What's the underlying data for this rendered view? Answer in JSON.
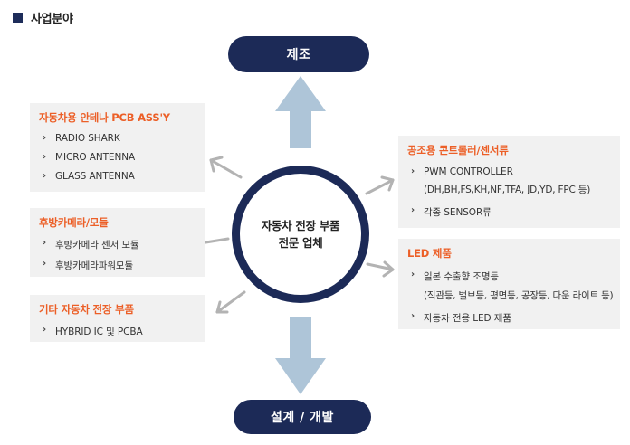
{
  "header": {
    "title": "사업분야"
  },
  "top_pill": {
    "label": "제조"
  },
  "bottom_pill": {
    "label": "설계 / 개발"
  },
  "center": {
    "line1": "자동차 전장 부품",
    "line2": "전문 업체"
  },
  "bullet": "›",
  "boxes": {
    "antenna": {
      "title": "자동차용  안테나  PCB ASS'Y",
      "items": [
        "RADIO SHARK",
        "MICRO ANTENNA",
        "GLASS ANTENNA"
      ]
    },
    "camera": {
      "title": "후방카메라/모듈",
      "items": [
        "후방카메라 센서 모듈",
        "후방카메라파워모듈"
      ]
    },
    "etc": {
      "title": "기타 자동차 전장 부품",
      "items": [
        "HYBRID IC 및 PCBA"
      ]
    },
    "controller": {
      "title": "공조용 콘트롤러/센서류",
      "item1": "PWM CONTROLLER",
      "item1_sub": "(DH,BH,FS,KH,NF,TFA, JD,YD, FPC 등)",
      "item2": "각종 SENSOR류"
    },
    "led": {
      "title": "LED 제품",
      "item1": "일본 수출향 조명등",
      "item1_sub": "(직관등, 벌브등, 평면등, 공장등, 다운 라이트 등)",
      "item2": "자동차 전용 LED 제품"
    }
  },
  "colors": {
    "navy": "#1c2a57",
    "accent_orange": "#ec5f27",
    "box_bg": "#f1f1f1",
    "big_arrow": "#aec5d8",
    "small_arrow": "#b3b3b3"
  }
}
